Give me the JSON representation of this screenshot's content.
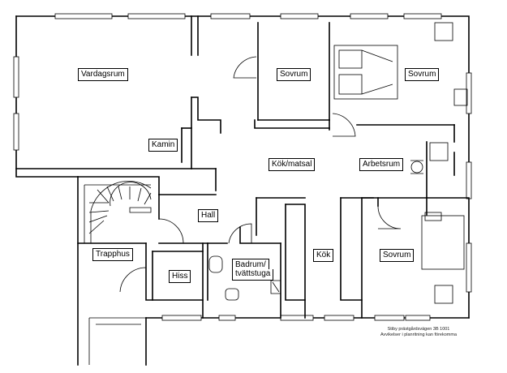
{
  "rooms": {
    "vardagsrum": "Vardagsrum",
    "sovrum_1": "Sovrum",
    "sovrum_2": "Sovrum",
    "kamin": "Kamin",
    "kok_matsal": "Kök/matsal",
    "arbetsrum": "Arbetsrum",
    "hall": "Hall",
    "trapphus": "Trapphus",
    "badrum_line1": "Badrum/",
    "badrum_line2": "tvättstuga",
    "kok": "Kök",
    "sovrum_3": "Sovrum",
    "hiss": "Hiss"
  },
  "caption": {
    "address": "Stiby prästgårdsvägen 3B 1001",
    "disclaimer": "Avvikelser i planritning kan förekomma"
  }
}
